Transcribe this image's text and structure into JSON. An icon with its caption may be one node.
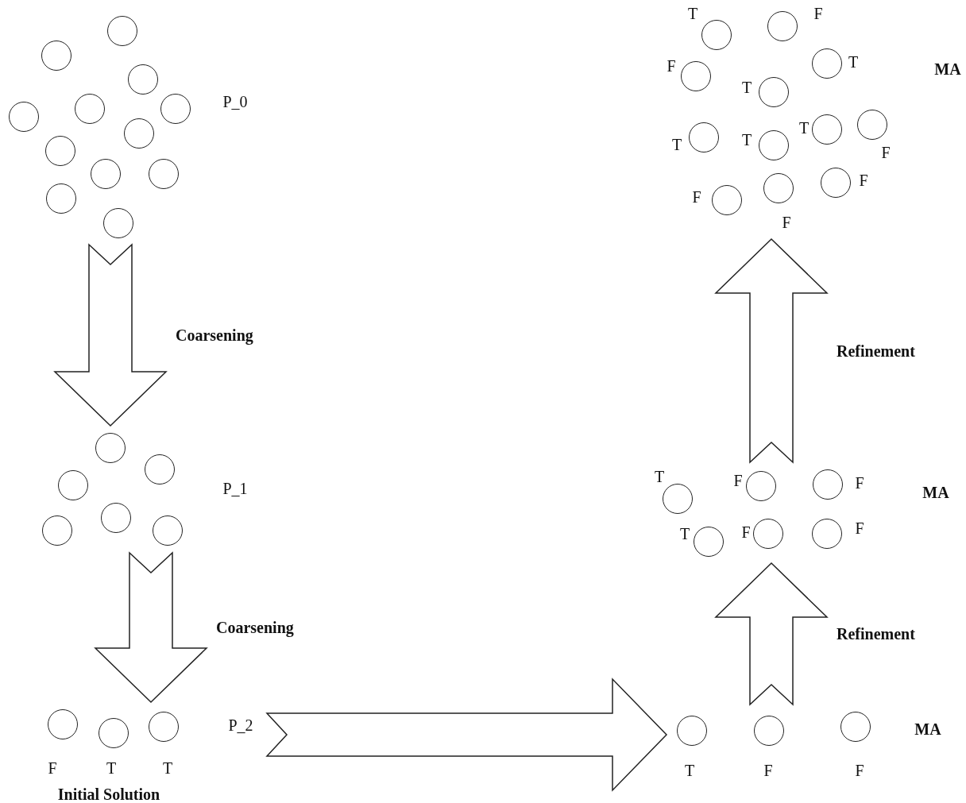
{
  "diagram": {
    "nodes": [
      {
        "text": [
          "P_0"
        ]
      },
      {
        "text": [],
        "shape": "circle",
        "in": 0
      },
      {
        "text": [],
        "shape": "circle",
        "in": 0
      },
      {
        "text": [],
        "shape": "circle",
        "in": 0
      },
      {
        "text": [],
        "shape": "circle",
        "in": 0
      },
      {
        "text": [],
        "shape": "circle",
        "in": 0
      },
      {
        "text": [],
        "shape": "circle",
        "in": 0
      },
      {
        "text": [],
        "shape": "circle",
        "in": 0
      },
      {
        "text": [],
        "shape": "circle",
        "in": 0
      },
      {
        "text": [],
        "shape": "circle",
        "in": 0
      },
      {
        "text": [],
        "shape": "circle",
        "in": 0
      },
      {
        "text": [],
        "shape": "circle",
        "in": 0
      },
      {
        "text": [],
        "shape": "circle",
        "in": 0
      },
      {
        "text": [
          "P_1"
        ]
      },
      {
        "text": [],
        "shape": "circle",
        "in": 13
      },
      {
        "text": [],
        "shape": "circle",
        "in": 13
      },
      {
        "text": [],
        "shape": "circle",
        "in": 13
      },
      {
        "text": [],
        "shape": "circle",
        "in": 13
      },
      {
        "text": [],
        "shape": "circle",
        "in": 13
      },
      {
        "text": [],
        "shape": "circle",
        "in": 13
      },
      {
        "text": [
          "P_2"
        ],
        "beside": [
          "Initial Solution"
        ]
      },
      {
        "text": [],
        "shape": "circle",
        "in": 20,
        "beside": [
          "F"
        ]
      },
      {
        "text": [],
        "shape": "circle",
        "in": 20,
        "beside": [
          "T"
        ]
      },
      {
        "text": [],
        "shape": "circle",
        "in": 20,
        "beside": [
          "T"
        ]
      },
      {
        "text": [
          "MA"
        ]
      },
      {
        "text": [],
        "shape": "circle",
        "in": 24,
        "beside": [
          "T"
        ]
      },
      {
        "text": [],
        "shape": "circle",
        "in": 24,
        "beside": [
          "F"
        ]
      },
      {
        "text": [],
        "shape": "circle",
        "in": 24,
        "beside": [
          "F"
        ]
      },
      {
        "text": [],
        "shape": "circle",
        "in": 24,
        "beside": [
          "T"
        ]
      },
      {
        "text": [],
        "shape": "circle",
        "in": 24,
        "beside": [
          "T"
        ]
      },
      {
        "text": [],
        "shape": "circle",
        "in": 24,
        "beside": [
          "T"
        ]
      },
      {
        "text": [],
        "shape": "circle",
        "in": 24,
        "beside": [
          "T"
        ]
      },
      {
        "text": [],
        "shape": "circle",
        "in": 24,
        "beside": [
          "T"
        ]
      },
      {
        "text": [],
        "shape": "circle",
        "in": 24,
        "beside": [
          "F"
        ]
      },
      {
        "text": [],
        "shape": "circle",
        "in": 24,
        "beside": [
          "F"
        ]
      },
      {
        "text": [],
        "shape": "circle",
        "in": 24,
        "beside": [
          "F"
        ]
      },
      {
        "text": [],
        "shape": "circle",
        "in": 24,
        "beside": [
          "F"
        ]
      },
      {
        "text": [
          "MA"
        ]
      },
      {
        "text": [],
        "shape": "circle",
        "in": 37,
        "beside": [
          "T"
        ]
      },
      {
        "text": [],
        "shape": "circle",
        "in": 37,
        "beside": [
          "F"
        ]
      },
      {
        "text": [],
        "shape": "circle",
        "in": 37,
        "beside": [
          "F"
        ]
      },
      {
        "text": [],
        "shape": "circle",
        "in": 37,
        "beside": [
          "T"
        ]
      },
      {
        "text": [],
        "shape": "circle",
        "in": 37,
        "beside": [
          "F"
        ]
      },
      {
        "text": [],
        "shape": "circle",
        "in": 37,
        "beside": [
          "F"
        ]
      },
      {
        "text": [
          "MA"
        ]
      },
      {
        "text": [],
        "shape": "circle",
        "in": 44,
        "beside": [
          "T"
        ]
      },
      {
        "text": [],
        "shape": "circle",
        "in": 44,
        "beside": [
          "F"
        ]
      },
      {
        "text": [],
        "shape": "circle",
        "in": 44,
        "beside": [
          "F"
        ]
      }
    ],
    "edges": [
      {
        "from": 0,
        "to": 13,
        "arrow": "to",
        "label": "Coarsening"
      },
      {
        "from": 13,
        "to": 20,
        "arrow": "to",
        "label": "Coarsening"
      },
      {
        "from": 20,
        "to": 44,
        "arrow": "to"
      },
      {
        "from": 44,
        "to": 37,
        "arrow": "to",
        "label": "Refinement"
      },
      {
        "from": 37,
        "to": 24,
        "arrow": "to",
        "label": "Refinement"
      }
    ]
  }
}
